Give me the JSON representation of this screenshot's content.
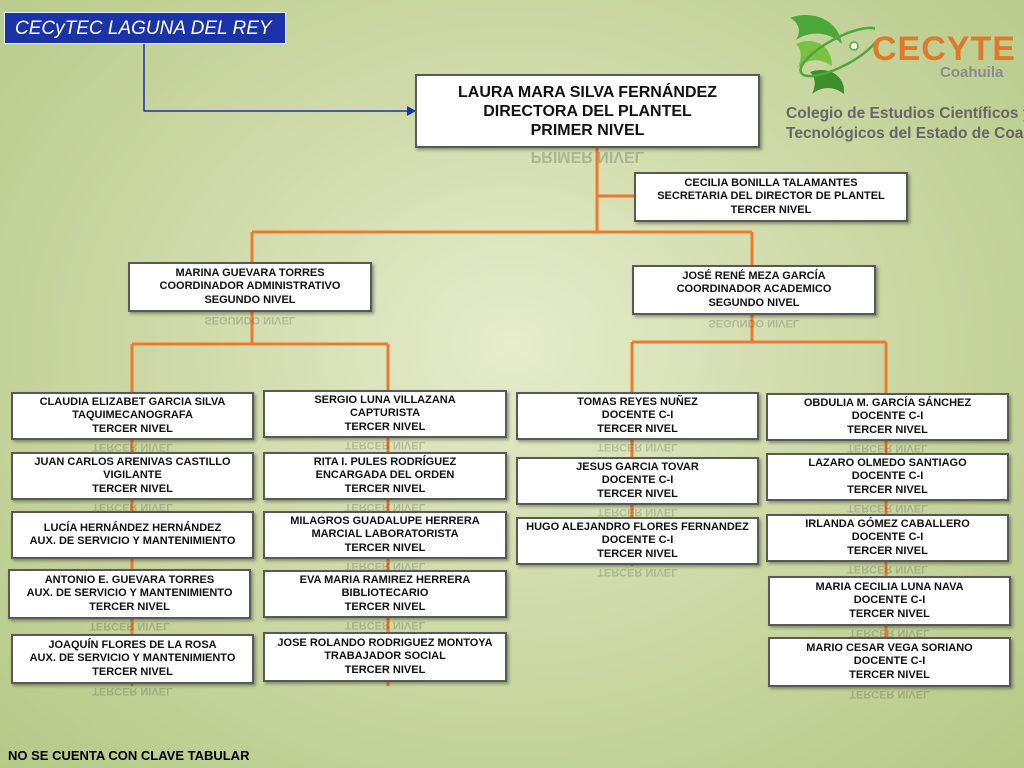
{
  "campus_tag": "CECyTEC LAGUNA DEL REY",
  "logo": {
    "word": "CECYTE",
    "state": "Coahuila",
    "desc_line1": "Colegio de Estudios Científicos y",
    "desc_line2": "Tecnológicos del Estado de Coahuila",
    "colors": {
      "green": "#4ca83a",
      "orange": "#e07a2a",
      "gray": "#8a8a8a"
    }
  },
  "colors": {
    "connector": "#ef7a2c",
    "arrow": "#1a33a6",
    "tag_bg": "#1a33a6"
  },
  "director": {
    "name": "LAURA MARA SILVA FERNÁNDEZ",
    "role": "DIRECTORA DEL PLANTEL",
    "level": "PRIMER NIVEL"
  },
  "secretary": {
    "name": "CECILIA BONILLA TALAMANTES",
    "role": "SECRETARIA DEL DIRECTOR DE PLANTEL",
    "level": "TERCER NIVEL"
  },
  "admin_coord": {
    "name": "MARINA GUEVARA TORRES",
    "role": "COORDINADOR ADMINISTRATIVO",
    "level": "SEGUNDO NIVEL"
  },
  "acad_coord": {
    "name": "JOSÉ RENÉ MEZA GARCÍA",
    "role": "COORDINADOR ACADEMICO",
    "level": "SEGUNDO NIVEL"
  },
  "admin_col_a": [
    {
      "name": "CLAUDIA ELIZABET GARCIA SILVA",
      "role": "TAQUIMECANOGRAFA",
      "level": "TERCER NIVEL"
    },
    {
      "name": "JUAN CARLOS ARENIVAS CASTILLO",
      "role": "VIGILANTE",
      "level": "TERCER NIVEL"
    },
    {
      "name": "LUCÍA HERNÁNDEZ HERNÁNDEZ",
      "role": "AUX. DE SERVICIO Y MANTENIMIENTO",
      "level": ""
    },
    {
      "name": "ANTONIO E. GUEVARA TORRES",
      "role": "AUX. DE SERVICIO Y MANTENIMIENTO",
      "level": "TERCER NIVEL"
    },
    {
      "name": "JOAQUÍN FLORES DE LA ROSA",
      "role": "AUX.  DE SERVICIO Y MANTENIMIENTO",
      "level": "TERCER NIVEL"
    }
  ],
  "admin_col_b": [
    {
      "name": "SERGIO LUNA VILLAZANA",
      "role": "CAPTURISTA",
      "level": "TERCER NIVEL"
    },
    {
      "name": "RITA I. PULES RODRÍGUEZ",
      "role": "ENCARGADA DEL ORDEN",
      "level": "TERCER NIVEL"
    },
    {
      "name": "MILAGROS GUADALUPE HERRERA",
      "role": "MARCIAL LABORATORISTA",
      "level": "TERCER NIVEL"
    },
    {
      "name": "EVA MARIA RAMIREZ HERRERA",
      "role": "BIBLIOTECARIO",
      "level": "TERCER NIVEL"
    },
    {
      "name": "JOSE ROLANDO RODRIGUEZ MONTOYA",
      "role": "TRABAJADOR SOCIAL",
      "level": "TERCER NIVEL"
    }
  ],
  "acad_col_a": [
    {
      "name": "TOMAS REYES NUÑEZ",
      "role": "DOCENTE C-I",
      "level": "TERCER NIVEL"
    },
    {
      "name": "JESUS GARCIA TOVAR",
      "role": "DOCENTE C-I",
      "level": "TERCER NIVEL"
    },
    {
      "name": "HUGO ALEJANDRO FLORES FERNANDEZ",
      "role": "DOCENTE C-I",
      "level": "TERCER NIVEL"
    }
  ],
  "acad_col_b": [
    {
      "name": "OBDULIA M.  GARCÍA SÁNCHEZ",
      "role": "DOCENTE C-I",
      "level": "TERCER NIVEL"
    },
    {
      "name": "LAZARO OLMEDO SANTIAGO",
      "role": "DOCENTE C-I",
      "level": "TERCER NIVEL"
    },
    {
      "name": "IRLANDA GÓMEZ  CABALLERO",
      "role": "DOCENTE C-I",
      "level": "TERCER NIVEL"
    },
    {
      "name": "MARIA CECILIA LUNA NAVA",
      "role": "DOCENTE C-I",
      "level": "TERCER NIVEL"
    },
    {
      "name": "MARIO CESAR VEGA SORIANO",
      "role": "DOCENTE C-I",
      "level": "TERCER NIVEL"
    }
  ],
  "footer_note": "NO SE CUENTA CON CLAVE TABULAR"
}
